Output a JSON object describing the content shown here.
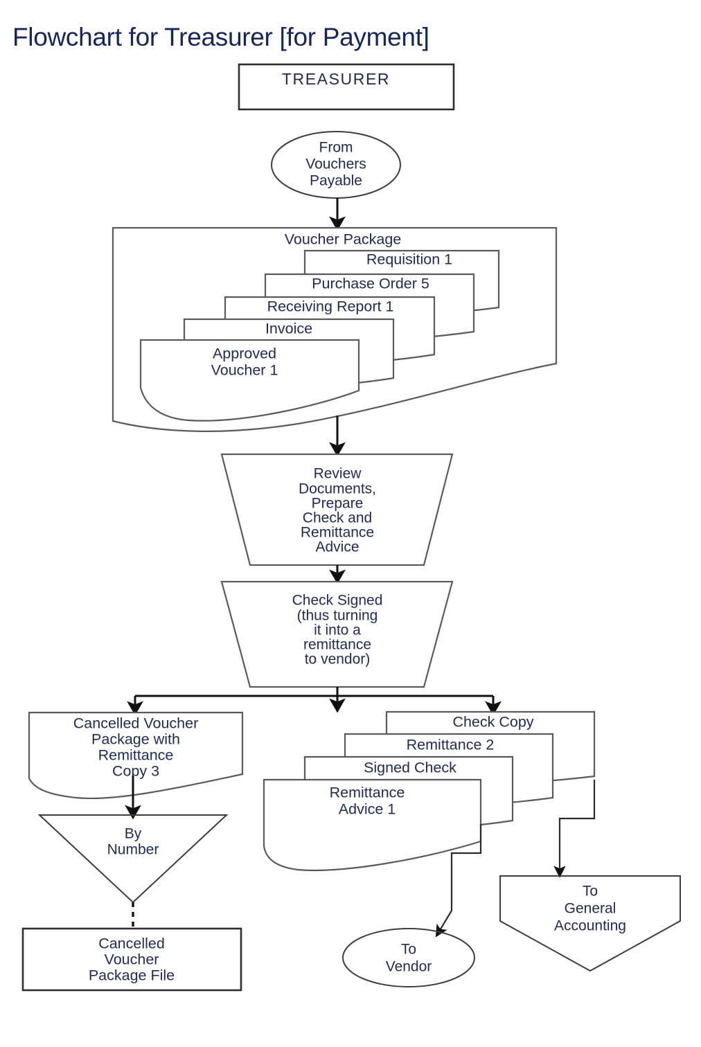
{
  "page": {
    "title": "Flowchart for Treasurer [for Payment]",
    "title_color": "#13275c"
  },
  "chart_data": {
    "type": "diagram",
    "diagram_kind": "document-flowchart",
    "title": "Flowchart for Treasurer [for Payment]",
    "nodes": [
      {
        "id": "treasurer",
        "shape": "rectangle",
        "label": "TREASURER"
      },
      {
        "id": "from-vouchers",
        "shape": "ellipse-connector",
        "label": "From Vouchers Payable"
      },
      {
        "id": "voucher-package",
        "shape": "document-group",
        "label": "Voucher Package"
      },
      {
        "id": "requisition",
        "shape": "document",
        "label": "Requisition 1"
      },
      {
        "id": "purchase-order",
        "shape": "document",
        "label": "Purchase Order 5"
      },
      {
        "id": "receiving-report",
        "shape": "document",
        "label": "Receiving Report 1"
      },
      {
        "id": "invoice",
        "shape": "document",
        "label": "Invoice"
      },
      {
        "id": "approved-voucher",
        "shape": "document",
        "label": "Approved Voucher 1"
      },
      {
        "id": "review-prepare",
        "shape": "trapezoid",
        "label": "Review Documents, Prepare Check and Remittance Advice"
      },
      {
        "id": "check-signed",
        "shape": "trapezoid",
        "label": "Check Signed (thus turning it into a remittance to vendor)"
      },
      {
        "id": "cancelled-voucher",
        "shape": "document",
        "label": "Cancelled Voucher Package with Remittance Copy 3"
      },
      {
        "id": "by-number",
        "shape": "triangle-sort",
        "label": "By Number"
      },
      {
        "id": "cvp-file",
        "shape": "rectangle",
        "label": "Cancelled Voucher Package File"
      },
      {
        "id": "check-copy",
        "shape": "document",
        "label": "Check Copy"
      },
      {
        "id": "remittance-2",
        "shape": "document",
        "label": "Remittance 2"
      },
      {
        "id": "signed-check",
        "shape": "document",
        "label": "Signed Check"
      },
      {
        "id": "remittance-1",
        "shape": "document",
        "label": "Remittance Advice 1"
      },
      {
        "id": "to-vendor",
        "shape": "ellipse-connector",
        "label": "To Vendor"
      },
      {
        "id": "to-general-acct",
        "shape": "pentagon-offpage",
        "label": "To General Accounting"
      }
    ],
    "edges": [
      {
        "from": "from-vouchers",
        "to": "voucher-package",
        "style": "solid-arrow"
      },
      {
        "from": "voucher-package",
        "to": "review-prepare",
        "style": "solid-arrow"
      },
      {
        "from": "review-prepare",
        "to": "check-signed",
        "style": "solid-arrow"
      },
      {
        "from": "check-signed",
        "to": "cancelled-voucher",
        "style": "solid-arrow"
      },
      {
        "from": "check-signed",
        "to": "check-copy",
        "style": "solid-arrow"
      },
      {
        "from": "cancelled-voucher",
        "to": "by-number",
        "style": "solid-arrow"
      },
      {
        "from": "by-number",
        "to": "cvp-file",
        "style": "dashed"
      },
      {
        "from": "signed-check",
        "to": "to-vendor",
        "style": "solid-arrow"
      },
      {
        "from": "check-copy",
        "to": "to-general-acct",
        "style": "solid-arrow"
      }
    ]
  },
  "nodes": {
    "treasurer": {
      "label": "TREASURER"
    },
    "from_vouchers": {
      "line1": "From",
      "line2": "Vouchers",
      "line3": "Payable"
    },
    "voucher_package": {
      "label": "Voucher Package"
    },
    "requisition": {
      "label": "Requisition 1"
    },
    "purchase_order": {
      "label": "Purchase Order 5"
    },
    "receiving_report": {
      "label": "Receiving Report 1"
    },
    "invoice": {
      "label": "Invoice"
    },
    "approved_voucher": {
      "line1": "Approved",
      "line2": "Voucher 1"
    },
    "review_prepare": {
      "line1": "Review",
      "line2": "Documents,",
      "line3": "Prepare",
      "line4": "Check and",
      "line5": "Remittance",
      "line6": "Advice"
    },
    "check_signed": {
      "line1": "Check Signed",
      "line2": "(thus turning",
      "line3": "it into a",
      "line4": "remittance",
      "line5": "to vendor)"
    },
    "cancelled_voucher": {
      "line1": "Cancelled Voucher",
      "line2": "Package with",
      "line3": "Remittance",
      "line4": "Copy 3"
    },
    "by_number": {
      "line1": "By",
      "line2": "Number"
    },
    "cvp_file": {
      "line1": "Cancelled",
      "line2": "Voucher",
      "line3": "Package File"
    },
    "check_copy": {
      "label": "Check Copy"
    },
    "remittance_2": {
      "label": "Remittance 2"
    },
    "signed_check": {
      "label": "Signed Check"
    },
    "remittance_1": {
      "line1": "Remittance",
      "line2": "Advice 1"
    },
    "to_vendor": {
      "line1": "To",
      "line2": "Vendor"
    },
    "to_general_accounting": {
      "line1": "To",
      "line2": "General",
      "line3": "Accounting"
    }
  },
  "colors": {
    "title": "#13275c",
    "text": "#1d2b55",
    "shape_stroke": "#5a5a5a",
    "connector": "#111111",
    "background": "#ffffff"
  }
}
